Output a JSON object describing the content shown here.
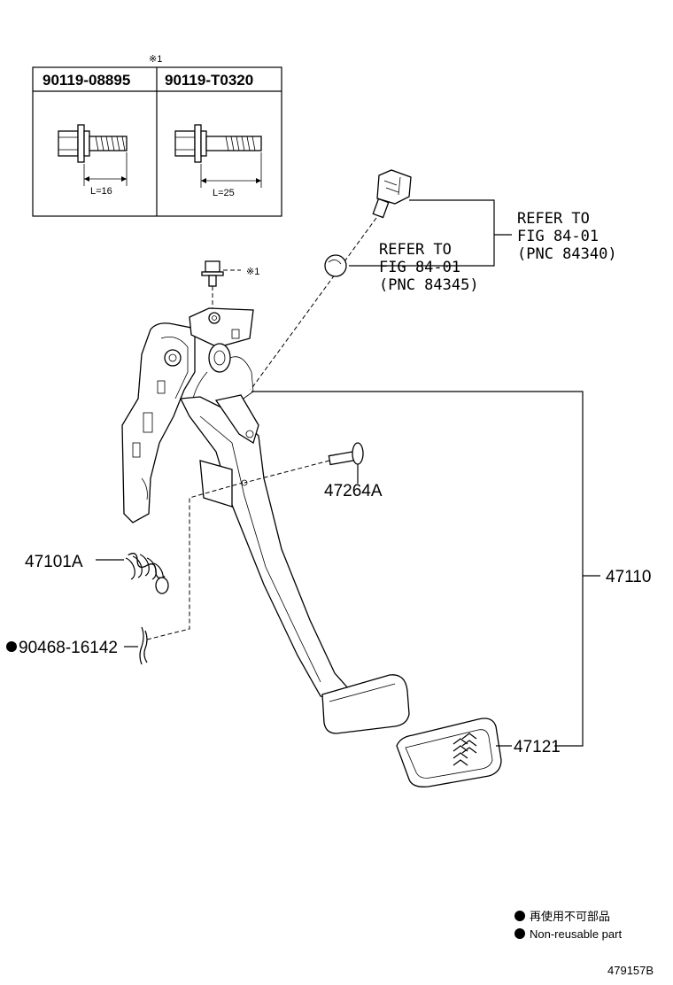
{
  "bolt_table": {
    "note_mark": "※1",
    "columns": [
      {
        "part_no": "90119-08895",
        "length": "L=16"
      },
      {
        "part_no": "90119-T0320",
        "length": "L=25"
      }
    ]
  },
  "bolt_note": "※1",
  "refs": [
    {
      "line1": "REFER TO",
      "line2": "FIG 84-01",
      "line3": "(PNC 84340)"
    },
    {
      "line1": "REFER TO",
      "line2": "FIG 84-01",
      "line3": "(PNC 84345)"
    }
  ],
  "parts": {
    "p47264A": "47264A",
    "p47101A": "47101A",
    "p90468": "90468-16142",
    "p47110": "47110",
    "p47121": "47121"
  },
  "legend": {
    "jp": "再使用不可部品",
    "en": "Non-reusable part"
  },
  "figure_id": "479157B"
}
